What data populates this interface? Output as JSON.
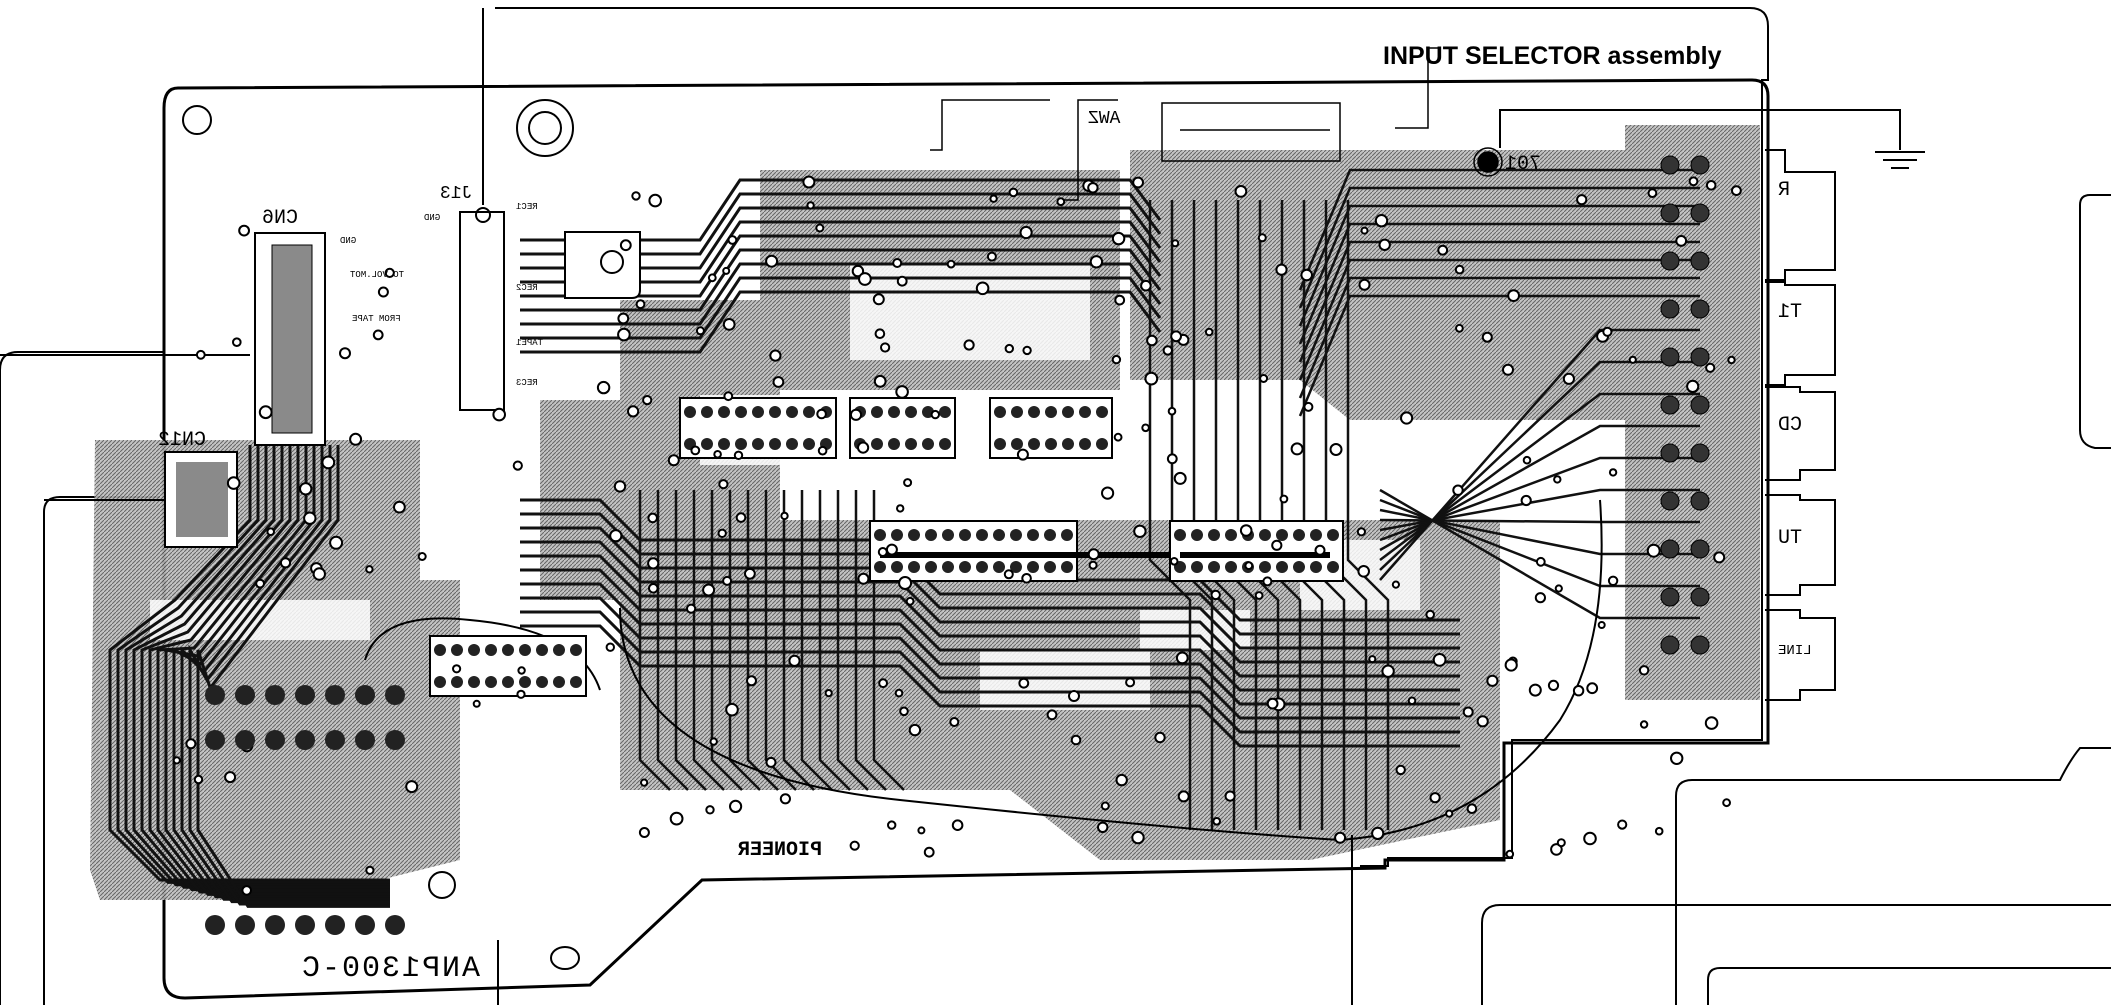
{
  "diagram": {
    "title": "INPUT SELECTOR assembly",
    "board_part_no": "ANP1300-C",
    "connectors": {
      "cn6": "CN6",
      "j13": "J13",
      "awz": "AWZ",
      "cn12": "CN12",
      "t701": "701"
    },
    "brand": "PIONEER",
    "jack_labels": {
      "r": "R",
      "t1": "T1",
      "cd": "CD",
      "tu": "TU",
      "line": "LINE"
    },
    "pin_labels": [
      "GND",
      "TO VOL.MOT",
      "FROM TAPE",
      "REC1",
      "REC2",
      "TAPE1",
      "REC3",
      "GND"
    ]
  },
  "colors": {
    "line": "#000000",
    "copper": "#6d6d6d",
    "copper_light": "#9a9a9a",
    "background": "#ffffff"
  }
}
